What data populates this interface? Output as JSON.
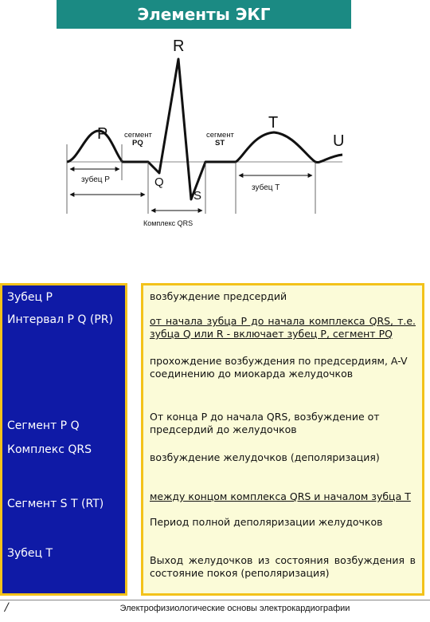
{
  "title": "Элементы ЭКГ",
  "diagram": {
    "wave_labels": {
      "p": "P",
      "q": "Q",
      "r": "R",
      "s": "S",
      "t": "T",
      "u": "U"
    },
    "segment_pq": [
      "сегмент",
      "PQ"
    ],
    "segment_st": [
      "сегмент",
      "ST"
    ],
    "p_wave_label": "зубец Р",
    "t_wave_label": "зубец Т",
    "qrs_label": "Комплекс QRS"
  },
  "rows": [
    {
      "term": "Зубец Р",
      "description": [
        "возбуждение предсердий"
      ]
    },
    {
      "term": "Интервал Р Q (PR)",
      "description": [
        "от начала зубца P до начала комплекса QRS, т.е. зубца Q или R - включает зубец P, сегмент PQ",
        "прохождение возбуждения по предсердиям, A-V соединению до миокарда желудочков"
      ]
    },
    {
      "term": "Сегмент Р Q",
      "description": [
        "От конца Р до начала QRS, возбуждение от предсердий до желудочков"
      ]
    },
    {
      "term": "Комплекс QRS",
      "description": [
        "возбуждение желудочков (деполяризация)"
      ]
    },
    {
      "term": "Сегмент S Т (RT)",
      "description": [
        "между концом комплекса QRS и началом зубца Т",
        "Период полной деполяризации желудочков"
      ]
    },
    {
      "term": "Зубец Т",
      "description": [
        "Выход желудочков из состояния возбуждения в состояние покоя (реполяризация)"
      ]
    }
  ],
  "footer": {
    "page": "/",
    "text": "Электрофизиологические основы электрокардиографии"
  }
}
